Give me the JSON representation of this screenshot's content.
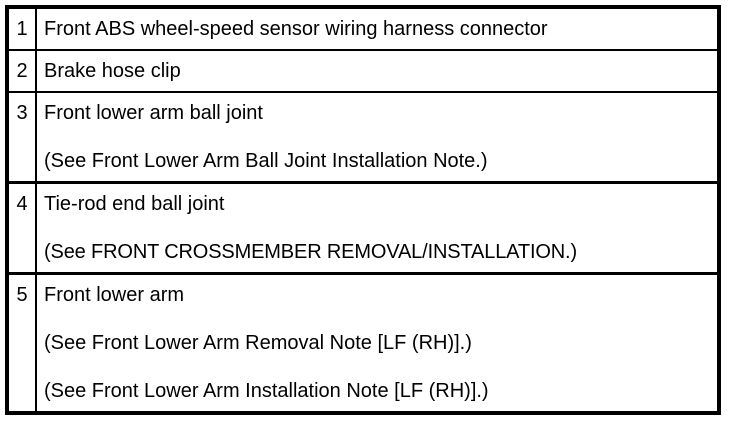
{
  "document": {
    "type": "parts-legend-table",
    "background_color": "#ffffff",
    "text_color": "#000000",
    "border_color": "#000000"
  },
  "table": {
    "rows": [
      {
        "number": "1",
        "lines": [
          "Front ABS wheel-speed sensor wiring harness connector"
        ]
      },
      {
        "number": "2",
        "lines": [
          "Brake hose clip"
        ]
      },
      {
        "number": "3",
        "lines": [
          "Front lower arm ball joint",
          "(See Front Lower Arm Ball Joint Installation Note.)"
        ]
      },
      {
        "number": "4",
        "lines": [
          "Tie-rod end ball joint",
          "(See FRONT CROSSMEMBER REMOVAL/INSTALLATION.)"
        ]
      },
      {
        "number": "5",
        "lines": [
          "Front lower arm",
          "(See Front Lower Arm Removal Note [LF (RH)].)",
          "(See Front Lower Arm Installation Note [LF (RH)].)"
        ]
      }
    ]
  }
}
